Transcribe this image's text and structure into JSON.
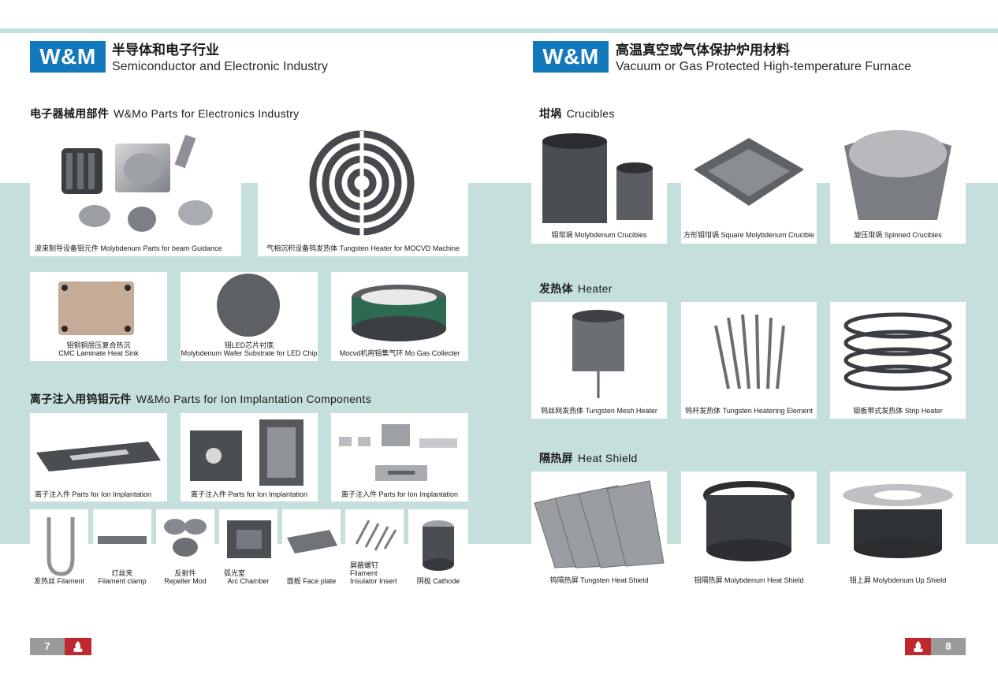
{
  "left_page": {
    "brand": "W&M",
    "title_cn": "半导体和电子行业",
    "title_en": "Semiconductor and Electronic Industry",
    "sub1": {
      "cn": "电子器械用部件",
      "en": "W&Mo Parts for Electronics Industry"
    },
    "sub2": {
      "cn": "离子注入用钨钼元件",
      "en": "W&Mo Parts for Ion Implantation Components"
    },
    "cards": [
      {
        "cap": "波束制导设备钼元件 Molybdenum Parts for beam Guidance"
      },
      {
        "cap": "气相沉积设备钨发热体 Tungsten Heater for MOCVD Machine"
      },
      {
        "cap1": "钼铜铜层压复合热沉",
        "cap2": "CMC Laminate  Heat Sink"
      },
      {
        "cap1": "钼LED芯片衬底",
        "cap2": "Molybdenum Wafer Substrate for LED Chip"
      },
      {
        "cap": "Mocvd机用钼集气环 Mo Gas Collecter"
      },
      {
        "cap": "离子注入件  Parts for Ion Implantation"
      },
      {
        "cap": "离子注入件  Parts for Ion Implantation"
      },
      {
        "cap": "离子注入件  Parts for Ion Implantation"
      }
    ],
    "small_cards": [
      {
        "lines": [
          "发热丝 Filament"
        ]
      },
      {
        "lines": [
          "灯丝夹",
          "Filament clamp"
        ]
      },
      {
        "lines": [
          "反射件",
          "Repeller Mod"
        ]
      },
      {
        "lines": [
          "弧光室",
          "Arc Chamber"
        ]
      },
      {
        "lines": [
          "面板 Face plate"
        ]
      },
      {
        "lines": [
          "屏蔽螺钉",
          "Filament",
          "Insulator Insert"
        ]
      },
      {
        "lines": [
          "阴极  Cathode"
        ]
      }
    ],
    "page_number": "7"
  },
  "right_page": {
    "brand": "W&M",
    "title_cn": "高温真空或气体保护炉用材料",
    "title_en": "Vacuum or Gas Protected High-temperature Furnace",
    "sub1": {
      "cn": "坩埚",
      "en": "Crucibles"
    },
    "sub2": {
      "cn": "发热体",
      "en": "Heater"
    },
    "sub3": {
      "cn": "隔热屏",
      "en": "Heat Shield"
    },
    "cards": [
      {
        "cap": "钼坩埚  Molybdenum Crucibles"
      },
      {
        "cap": "方形钼坩埚  Square Molybdenum Crucible"
      },
      {
        "cap": "旋压坩埚  Spinned Crucibles"
      },
      {
        "cap": "钨丝网发热体  Tungsten Mesh Heater"
      },
      {
        "cap": "钨杆发热体  Tungsten Heatering Element"
      },
      {
        "cap": "钼板带式发热体   Strip Heater"
      },
      {
        "cap": "钨隔热屏  Tungsten Heat Shield"
      },
      {
        "cap": "钼隔热屏  Molybdenum Heat Shield"
      },
      {
        "cap": "钼上屏  Molybdenum Up Shield"
      }
    ],
    "page_number": "8"
  },
  "colors": {
    "brand_blue": "#1478bc",
    "band_teal": "#c5dfdc",
    "logo_red": "#c0282d",
    "page_grey": "#9b9b9b"
  },
  "icons": [
    "flame-logo-icon"
  ]
}
